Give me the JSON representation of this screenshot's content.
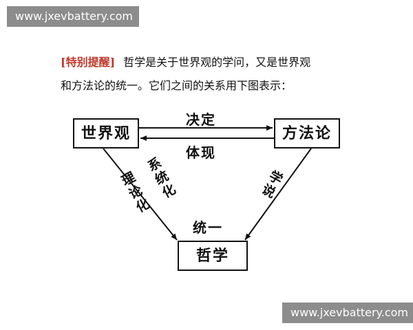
{
  "watermarks": {
    "top": "www.jxevbattery.com",
    "bottom": "www.jxevbattery.com"
  },
  "intro": {
    "tip_label": "[特别提醒]",
    "line1_rest": "哲学是关于世界观的学问，又是世界观",
    "line2": "和方法论的统一。它们之间的关系用下图表示："
  },
  "diagram": {
    "nodes": {
      "worldview": "世界观",
      "methodology": "方法论",
      "philosophy": "哲学"
    },
    "edges": {
      "decide": "决定",
      "embody": "体现",
      "systematize": "系统化",
      "theorize": "理论化",
      "learning": "学说",
      "unify": "统一"
    }
  }
}
